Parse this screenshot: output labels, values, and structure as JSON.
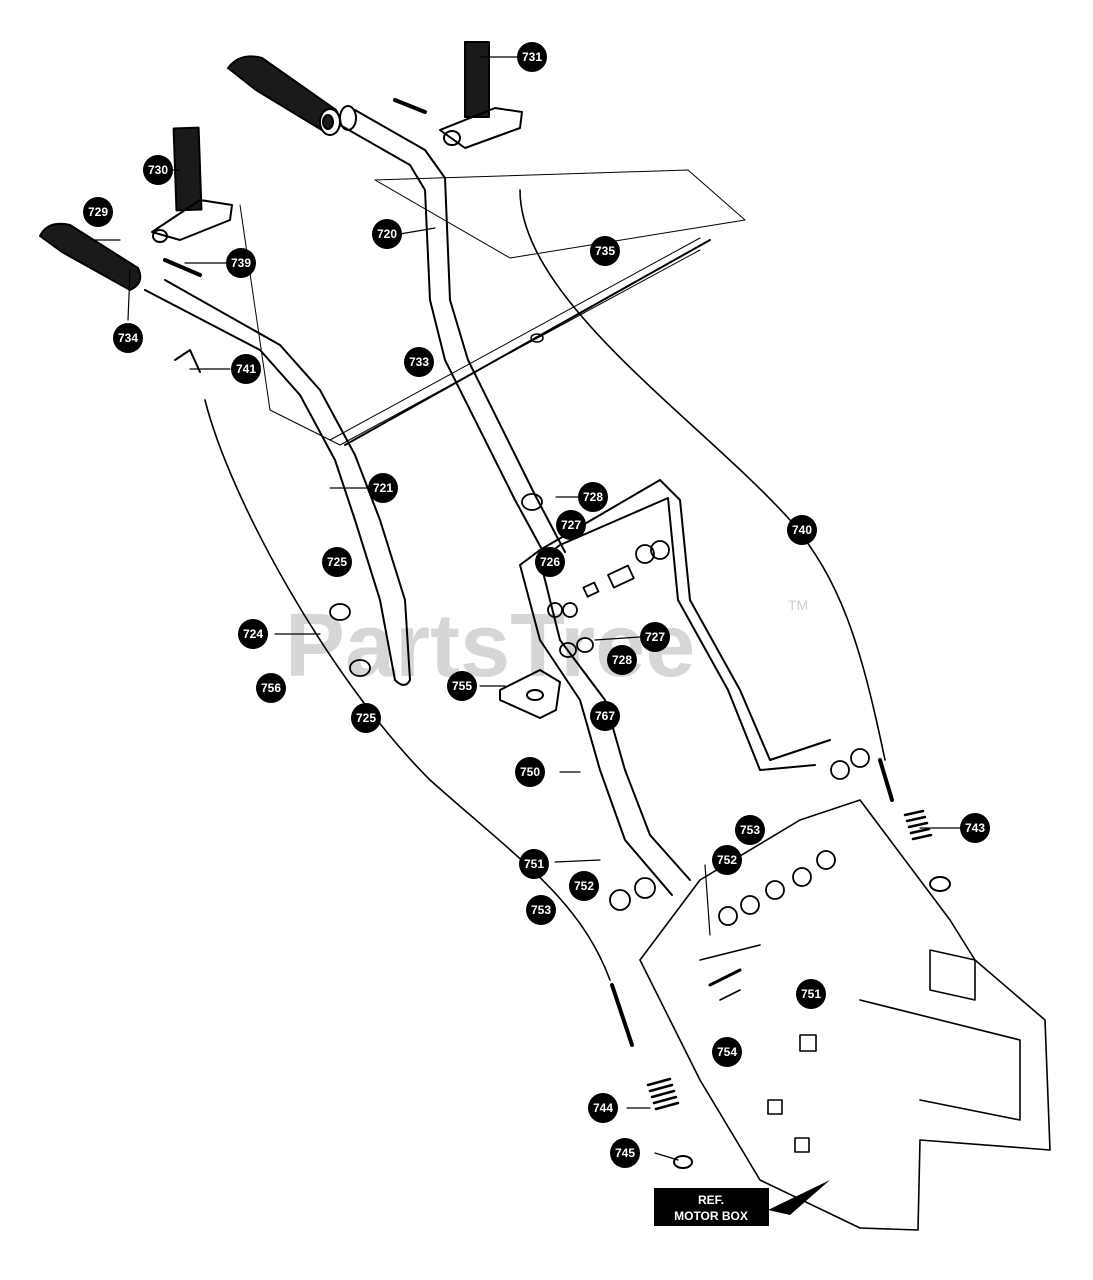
{
  "watermark": {
    "brand": "PartsTree",
    "trademark": "TM"
  },
  "reference_box": {
    "line1": "REF.",
    "line2": "MOTOR BOX"
  },
  "callouts": [
    "731",
    "730",
    "729",
    "720",
    "739",
    "735",
    "734",
    "741",
    "733",
    "721",
    "728",
    "727",
    "740",
    "726",
    "725",
    "724",
    "727",
    "756",
    "728",
    "755",
    "767",
    "725",
    "750",
    "743",
    "753",
    "752",
    "751",
    "752",
    "753",
    "751",
    "754",
    "744",
    "745"
  ]
}
